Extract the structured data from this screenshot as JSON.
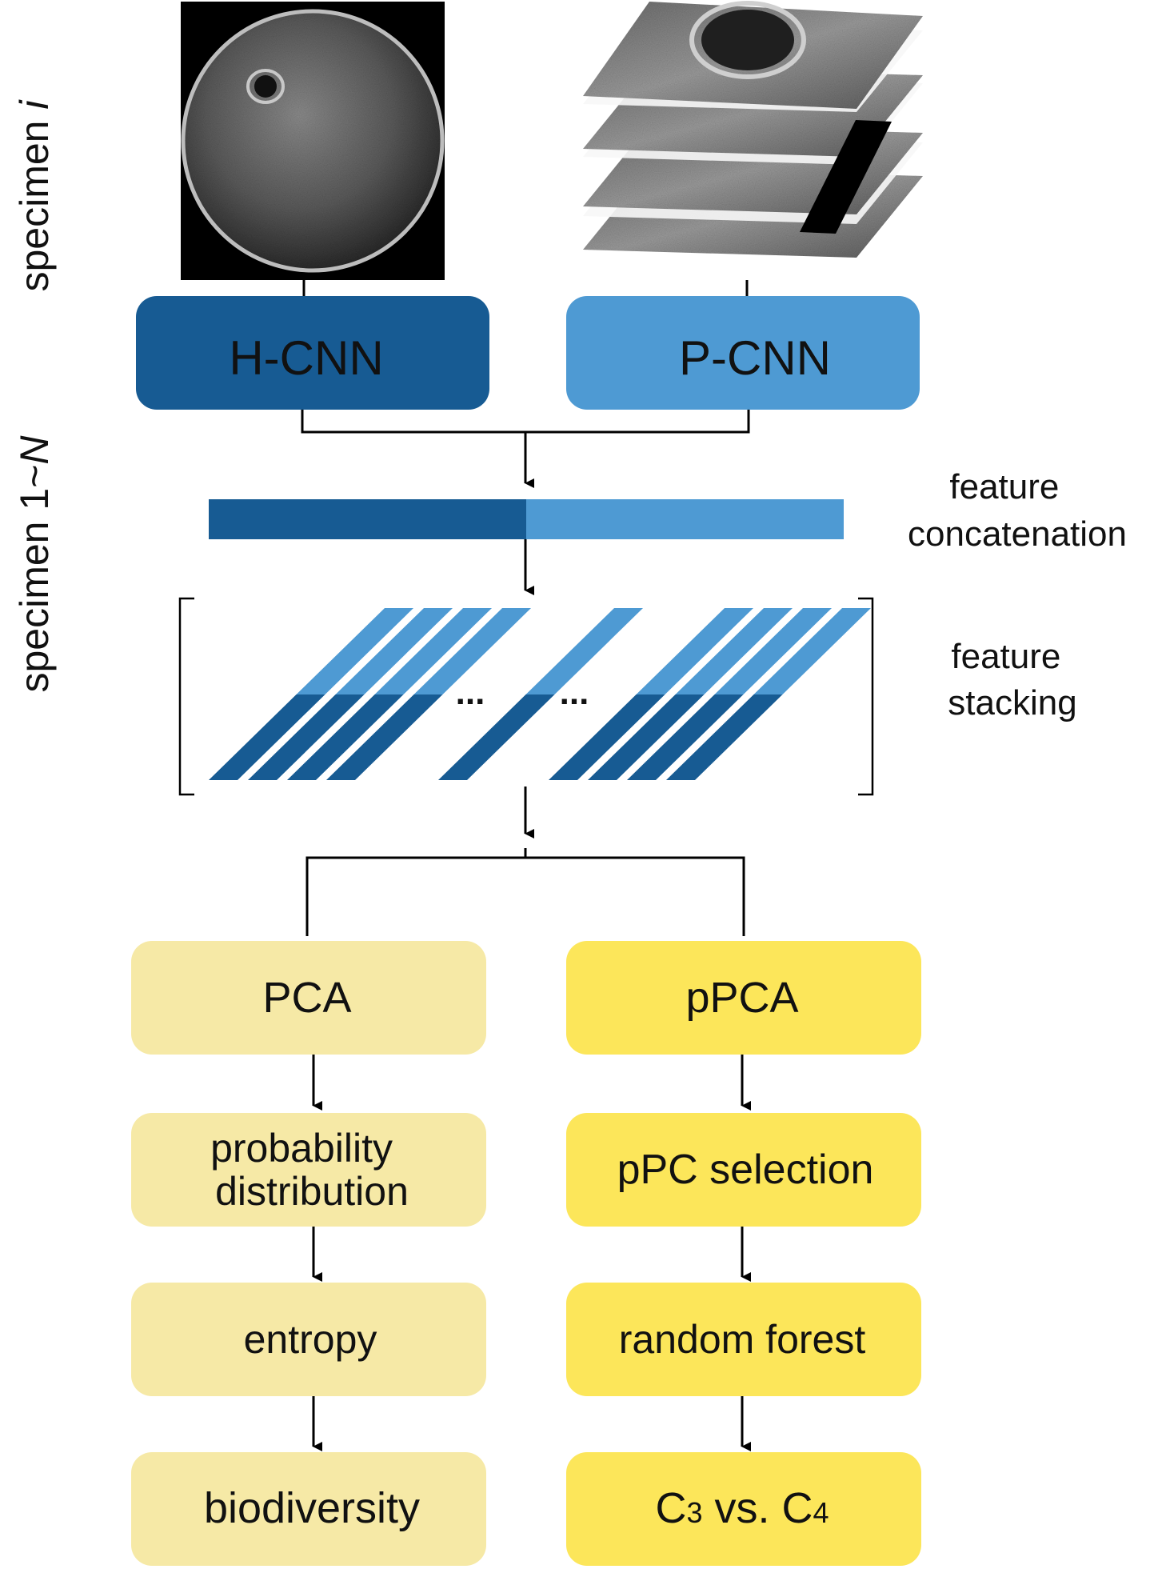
{
  "side_labels": {
    "top": {
      "prefix": "specimen ",
      "italic": "i"
    },
    "middle": {
      "prefix": "specimen 1~",
      "italic": "N"
    }
  },
  "cnn": {
    "h_cnn": "H-CNN",
    "p_cnn": "P-CNN"
  },
  "annotations": {
    "feature_concatenation": [
      "feature",
      "concatenation"
    ],
    "feature_stacking": [
      "feature",
      "stacking"
    ]
  },
  "ellipsis": [
    "...",
    "..."
  ],
  "left_branch": {
    "pca": "PCA",
    "probability_distribution": [
      "probability",
      "distribution"
    ],
    "entropy": "entropy",
    "biodiversity": "biodiversity"
  },
  "right_branch": {
    "ppca": "pPCA",
    "ppc_selection": "pPC selection",
    "random_forest": "random forest",
    "c3_vs_c4": {
      "c1": "C",
      "s1": "3",
      "mid": " vs. C",
      "s2": "4"
    }
  },
  "colors": {
    "dark_blue": "#175b93",
    "light_blue": "#4e9ad3",
    "pale_yellow": "#f6e9a6",
    "bright_yellow": "#fce65a"
  }
}
